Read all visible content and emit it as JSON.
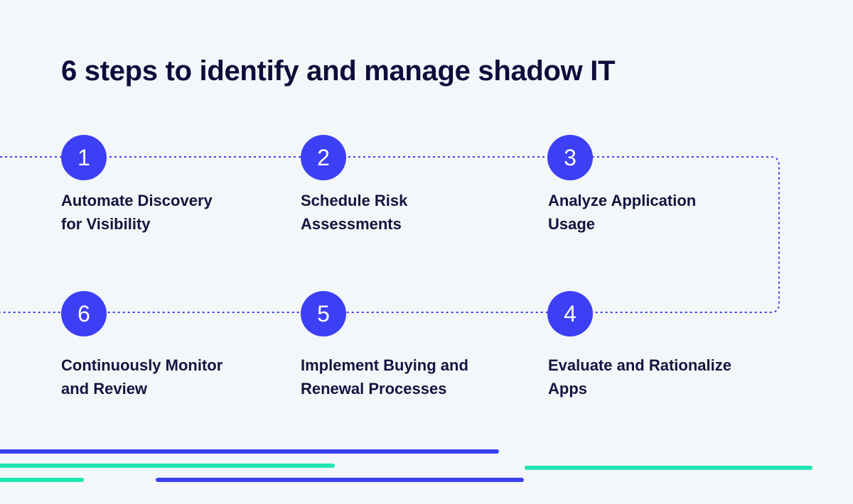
{
  "title": "6 steps to identify and manage shadow IT",
  "colors": {
    "background": "#f3f7f9",
    "accent_blue": "#3d3ff5",
    "accent_green": "#22e5b3",
    "text_dark": "#14143f"
  },
  "steps": [
    {
      "number": "1",
      "line1": "Automate Discovery",
      "line2": "for Visibility"
    },
    {
      "number": "2",
      "line1": "Schedule Risk",
      "line2": "Assessments"
    },
    {
      "number": "3",
      "line1": "Analyze Application",
      "line2": "Usage"
    },
    {
      "number": "4",
      "line1": "Evaluate and Rationalize",
      "line2": "Apps"
    },
    {
      "number": "5",
      "line1": "Implement Buying and",
      "line2": "Renewal Processes"
    },
    {
      "number": "6",
      "line1": "Continuously Monitor",
      "line2": "and Review"
    }
  ]
}
